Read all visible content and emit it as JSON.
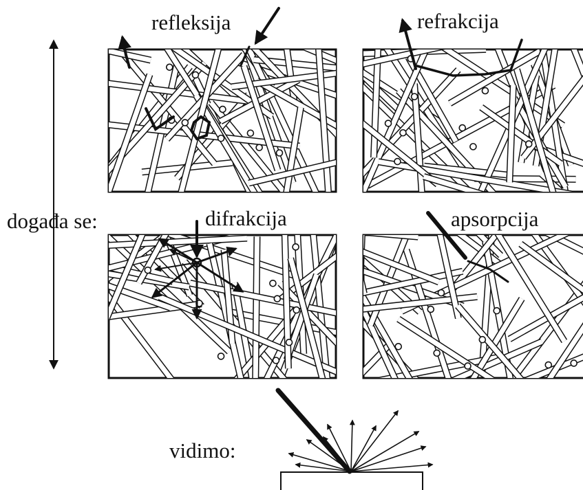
{
  "labels": {
    "reflection": "refleksija",
    "refraction": "refrakcija",
    "diffraction": "difrakcija",
    "absorption": "apsorpcija",
    "occurs": "događa se:",
    "we_see": "vidimo:"
  },
  "panels": [
    {
      "id": "refleksija",
      "process": "reflection"
    },
    {
      "id": "refrakcija",
      "process": "refraction"
    },
    {
      "id": "difrakcija",
      "process": "diffraction"
    },
    {
      "id": "apsorpcija",
      "process": "absorption"
    }
  ],
  "colors": {
    "ink": "#111111",
    "fiber_fill": "#ffffff",
    "background": "#ffffff"
  }
}
